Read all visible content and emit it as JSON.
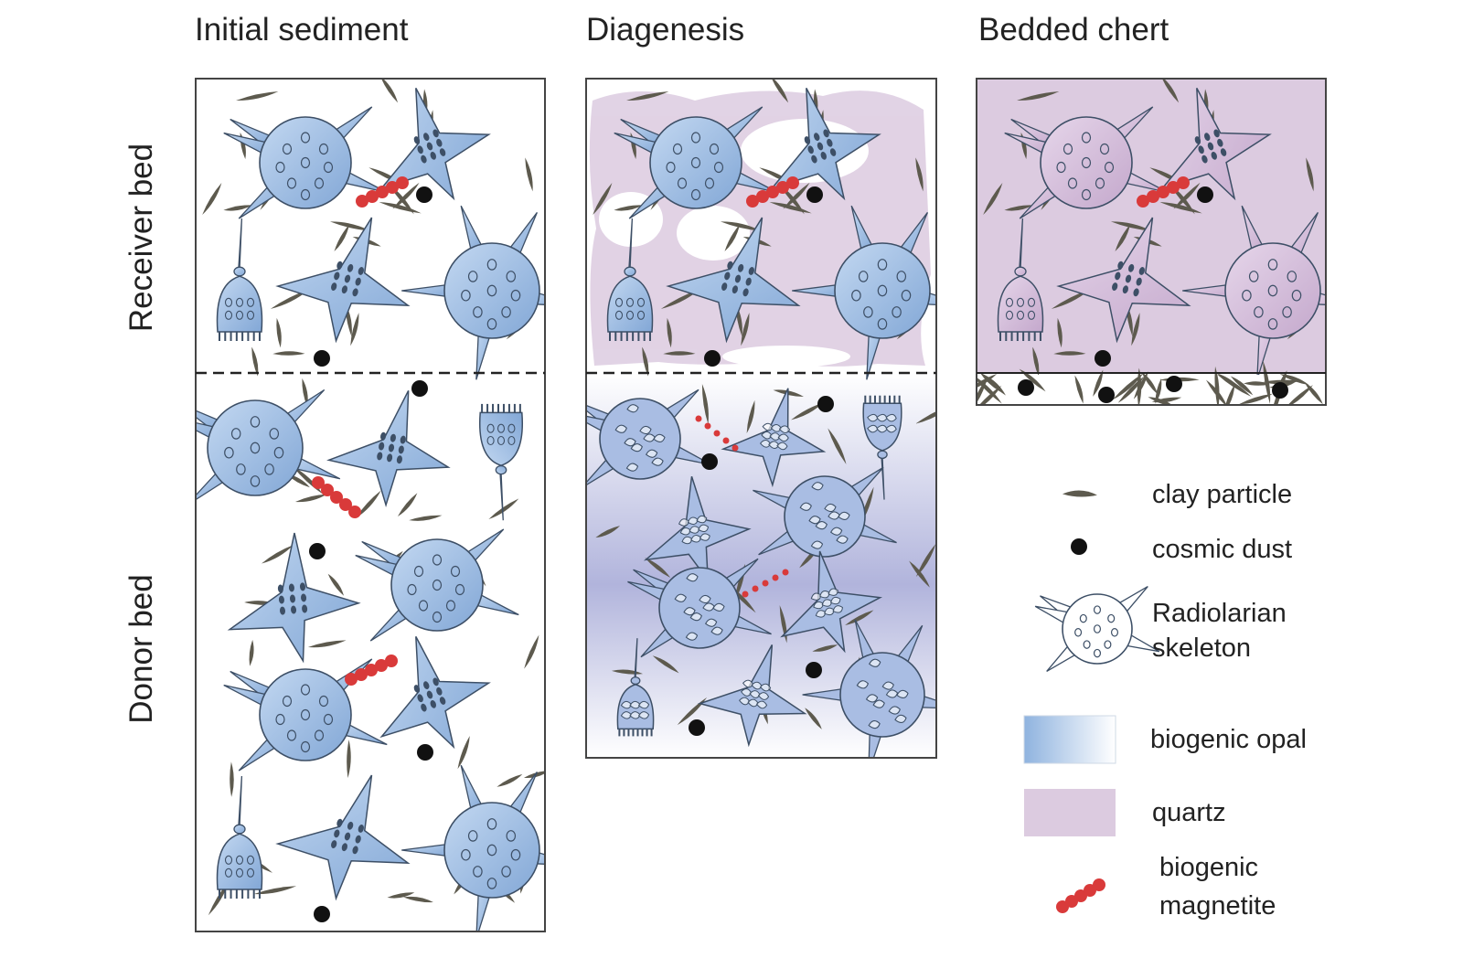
{
  "columns": {
    "initial": "Initial sediment",
    "diagenesis": "Diagenesis",
    "chert": "Bedded chert"
  },
  "rows": {
    "receiver": "Receiver bed",
    "donor": "Donor bed"
  },
  "legend": {
    "clay": "clay particle",
    "dust": "cosmic dust",
    "radiolarian_1": "Radiolarian",
    "radiolarian_2": "skeleton",
    "opal": "biogenic opal",
    "quartz": "quartz",
    "magnetite_1": "biogenic",
    "magnetite_2": "magnetite"
  },
  "colors": {
    "opal": "#9fc0e4",
    "quartz": "#dccbe0",
    "diagenesis_gradient": "#b1b4dc",
    "magnetite": "#d93a3a",
    "clay": "#5d5a4e",
    "dust": "#111111",
    "outline": "#3d4f66"
  }
}
